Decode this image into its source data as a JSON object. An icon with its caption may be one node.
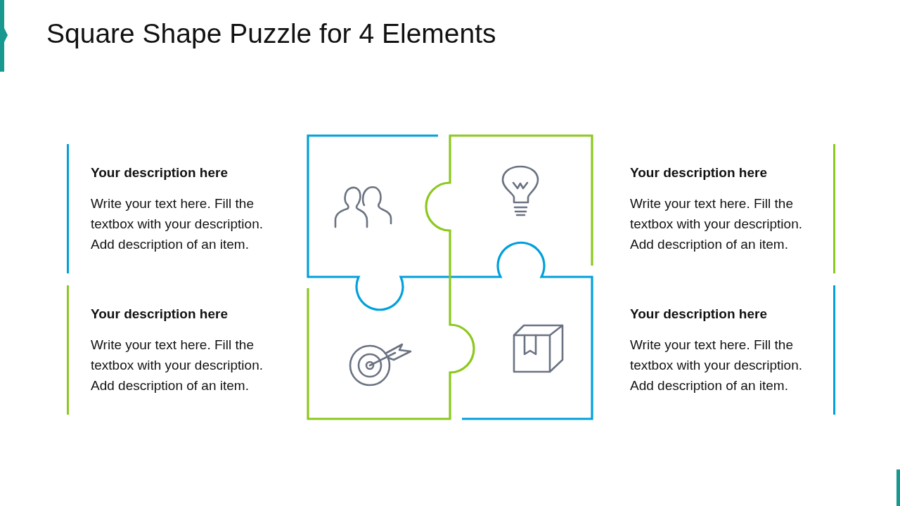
{
  "diagram": {
    "title": "Square Shape Puzzle for 4 Elements",
    "nodes": [
      {
        "text": [
          "Your description here",
          "Write your text here. Fill the textbox with your description. Add description of an item."
        ]
      },
      {
        "text": [
          "Your description here",
          "Write your text here. Fill the textbox with your description. Add description of an item."
        ]
      },
      {
        "text": [
          "Your description here",
          "Write your text here. Fill the textbox with your description. Add description of an item."
        ]
      },
      {
        "text": [
          "Your description here",
          "Write your text here. Fill the textbox with your description. Add description of an item."
        ]
      }
    ]
  }
}
